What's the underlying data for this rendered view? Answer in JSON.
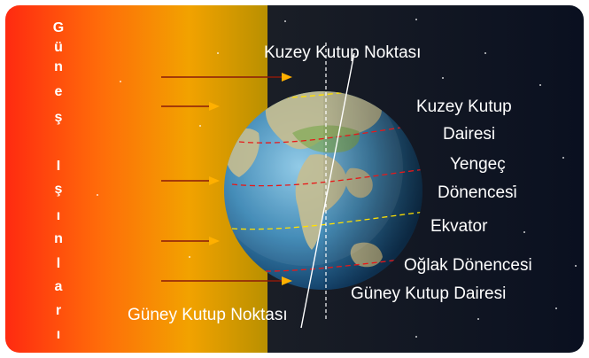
{
  "sun_label_chars": [
    "G",
    "ü",
    "n",
    "e",
    "ş",
    "I",
    "ş",
    "ı",
    "n",
    "l",
    "a",
    "r",
    "ı"
  ],
  "labels": {
    "north_pole": "Kuzey Kutup Noktası",
    "arctic_circle_1": "Kuzey Kutup",
    "arctic_circle_2": "Dairesi",
    "tropic_cancer_1": "Yengeç",
    "tropic_cancer_2": "Dönencesi",
    "equator": "Ekvator",
    "tropic_capricorn": "Oğlak Dönencesi",
    "antarctic_circle": "Güney Kutup Dairesi",
    "south_pole": "Güney Kutup Noktası"
  },
  "colors": {
    "sun_red": "#ff2a10",
    "sun_orange": "#ff7a08",
    "sun_yellow": "#f0b400",
    "space": "#0c1422",
    "ray": "#8a1a0a",
    "arrowhead": "#ffb000",
    "arctic_line": "#ffe000",
    "tropic_line": "#e81818"
  }
}
